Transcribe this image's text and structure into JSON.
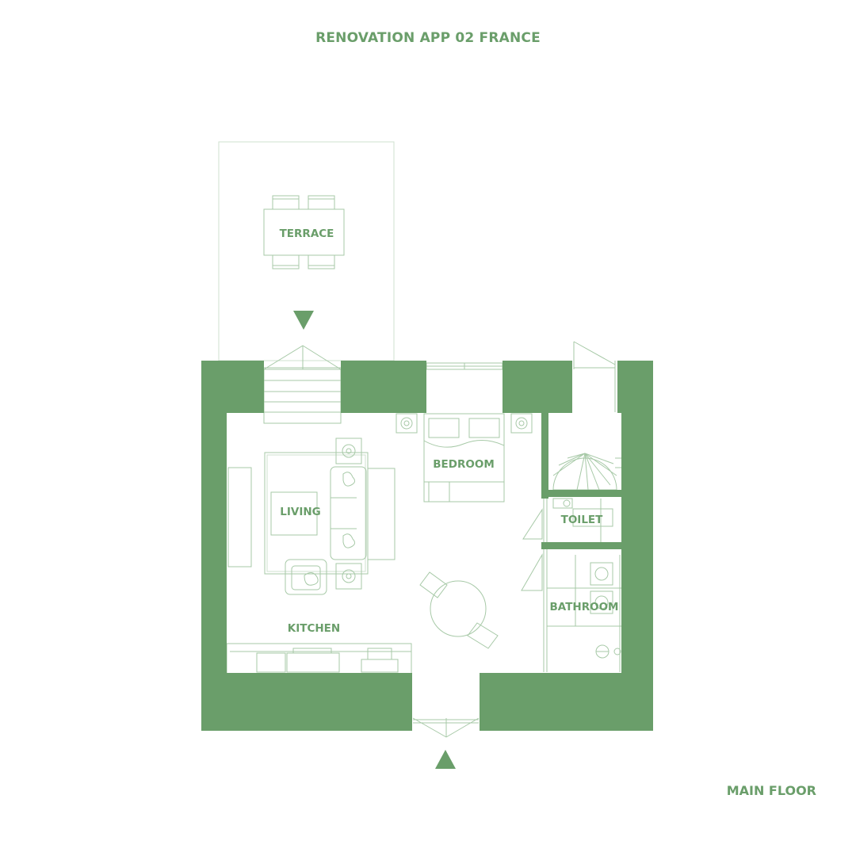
{
  "title": "RENOVATION APP 02 FRANCE",
  "floor_label": "MAIN FLOOR",
  "rooms": {
    "terrace": "TERRACE",
    "bedroom": "BEDROOM",
    "living": "LIVING",
    "toilet": "TOILET",
    "bathroom": "BATHROOM",
    "kitchen": "KITCHEN"
  },
  "colors": {
    "accent": "#6a9e6a",
    "line": "#a7c9a7",
    "line_light": "#cfe0cf",
    "background": "#ffffff"
  },
  "icons": {
    "terrace_entry": "triangle-down-icon",
    "main_entry": "triangle-up-icon"
  }
}
